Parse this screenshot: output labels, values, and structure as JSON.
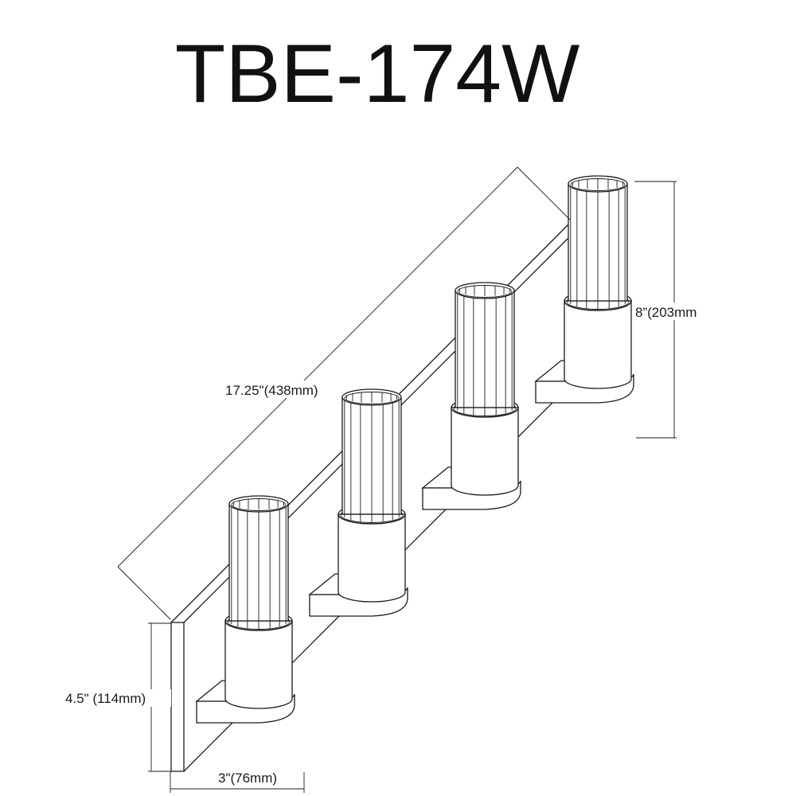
{
  "title": "TBE-174W",
  "dimensions": {
    "length": "17.25\"(438mm)",
    "height": "8”(203mm",
    "backplate_height": "4.5\" (114mm)",
    "depth": "3\"(76mm)"
  },
  "fixture": {
    "light_count": 4
  }
}
